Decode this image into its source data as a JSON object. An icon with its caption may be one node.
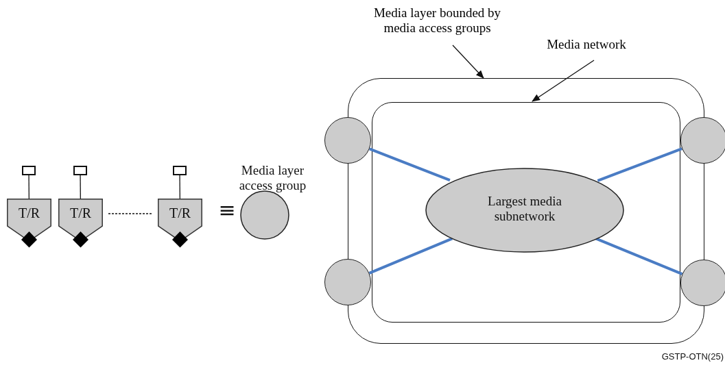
{
  "diagram": {
    "nodes": [
      {
        "text": [
          "Media layer bounded by media access groups"
        ]
      },
      {
        "text": [
          "Media network"
        ]
      },
      {
        "text": [],
        "shape": "box"
      },
      {
        "text": [],
        "shape": "box",
        "in": 2
      },
      {
        "text": [],
        "shape": "circle"
      },
      {
        "text": [],
        "shape": "circle"
      },
      {
        "text": [
          "Largest media subnetwork"
        ],
        "in": 3
      },
      {
        "text": [],
        "shape": "circle"
      },
      {
        "text": [],
        "shape": "circle"
      },
      {
        "text": [],
        "shape": "box"
      },
      {
        "text": [],
        "shape": "box"
      },
      {
        "text": [],
        "shape": "box"
      },
      {
        "text": [
          "T/R"
        ]
      },
      {
        "text": [
          "T/R"
        ]
      },
      {
        "text": [
          "T/R"
        ]
      },
      {
        "text": [
          "Media layer access group"
        ]
      }
    ],
    "edges": [
      {
        "from": 0,
        "to": 2,
        "arrow": "to"
      },
      {
        "from": 1,
        "to": 3,
        "arrow": "to"
      },
      {
        "from": 4,
        "to": 6,
        "arrow": "none",
        "style": "thick",
        "color": "#4a7cc4"
      },
      {
        "from": 5,
        "to": 6,
        "arrow": "none",
        "style": "thick",
        "color": "#4a7cc4"
      },
      {
        "from": 7,
        "to": 6,
        "arrow": "none",
        "style": "thick",
        "color": "#4a7cc4"
      },
      {
        "from": 8,
        "to": 6,
        "arrow": "none",
        "style": "thick",
        "color": "#4a7cc4"
      },
      {
        "from": 9,
        "to": 12,
        "arrow": "none"
      },
      {
        "from": 10,
        "to": 13,
        "arrow": "none"
      },
      {
        "from": 11,
        "to": 14,
        "arrow": "none"
      },
      {
        "from": 13,
        "to": 14,
        "arrow": "none",
        "style": "dashed"
      }
    ],
    "labels": [
      "≡",
      "GSTP-OTN(25)"
    ]
  }
}
